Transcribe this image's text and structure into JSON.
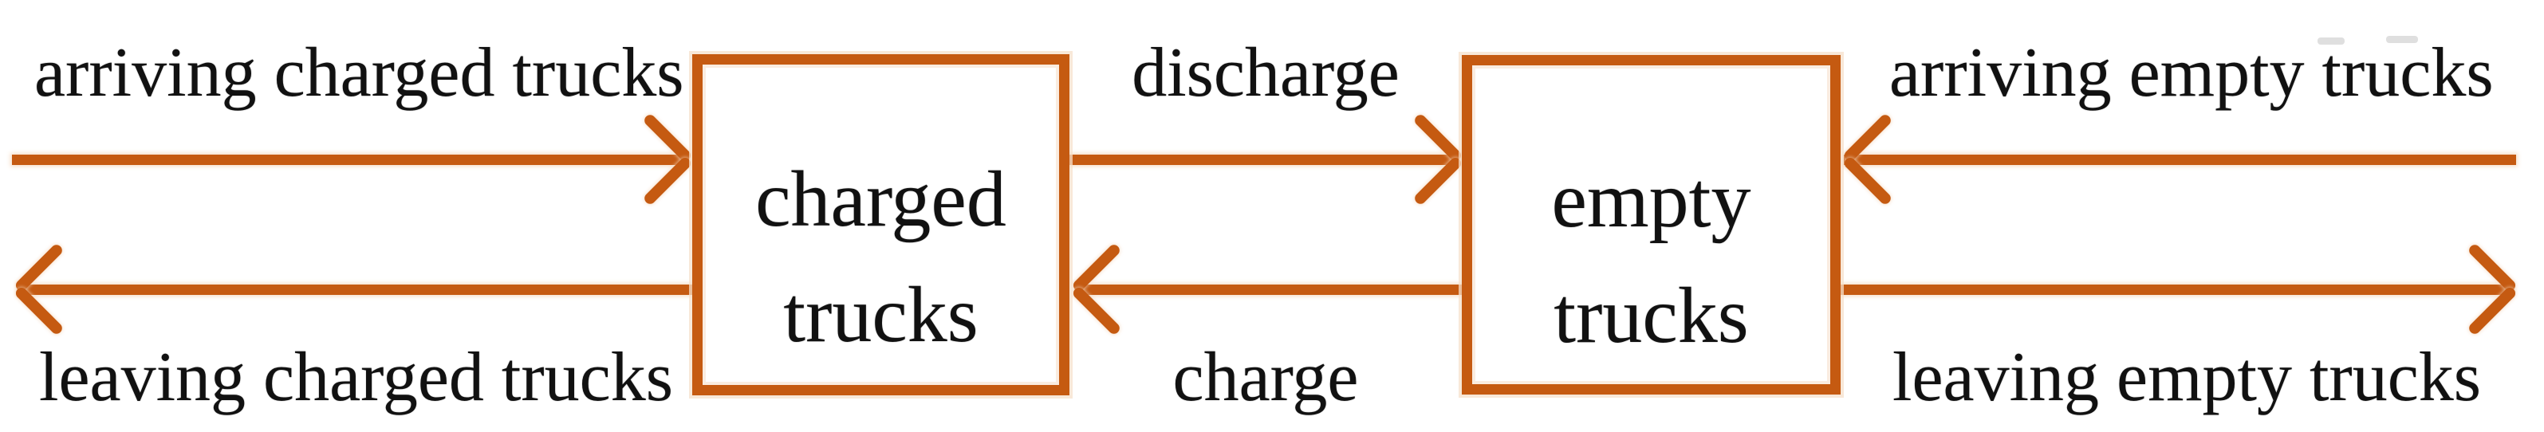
{
  "colors": {
    "accent": "#C55A11",
    "halo": "#F6E0CB",
    "text": "#111111",
    "bg": "#FFFFFF"
  },
  "boxes": {
    "charged": {
      "line1": "charged",
      "line2": "trucks"
    },
    "empty": {
      "line1": "empty",
      "line2": "trucks"
    }
  },
  "labels": {
    "arriving_charged": "arriving charged trucks",
    "leaving_charged": "leaving charged trucks",
    "discharge": "discharge",
    "charge": "charge",
    "arriving_empty": "arriving empty trucks",
    "leaving_empty": "leaving empty trucks"
  },
  "arrows": [
    {
      "name": "arriving-charged-trucks-arrow",
      "label_key": "arriving_charged",
      "from": "outside-left",
      "to": "charged trucks",
      "direction": "right",
      "lane": "top"
    },
    {
      "name": "leaving-charged-trucks-arrow",
      "label_key": "leaving_charged",
      "from": "charged trucks",
      "to": "outside-left",
      "direction": "left",
      "lane": "bottom"
    },
    {
      "name": "discharge-arrow",
      "label_key": "discharge",
      "from": "charged trucks",
      "to": "empty trucks",
      "direction": "right",
      "lane": "top"
    },
    {
      "name": "charge-arrow",
      "label_key": "charge",
      "from": "empty trucks",
      "to": "charged trucks",
      "direction": "left",
      "lane": "bottom"
    },
    {
      "name": "arriving-empty-trucks-arrow",
      "label_key": "arriving_empty",
      "from": "outside-right",
      "to": "empty trucks",
      "direction": "left",
      "lane": "top"
    },
    {
      "name": "leaving-empty-trucks-arrow",
      "label_key": "leaving_empty",
      "from": "empty trucks",
      "to": "outside-right",
      "direction": "right",
      "lane": "bottom"
    }
  ]
}
